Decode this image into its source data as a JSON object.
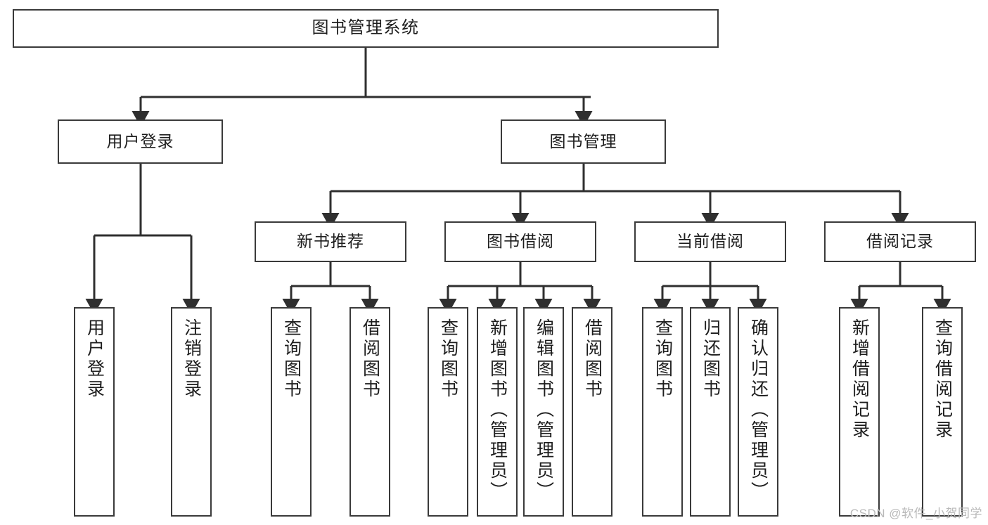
{
  "diagram": {
    "title": "图书管理系统",
    "type": "hierarchy-tree",
    "watermark": "CSDN @软件_小贺同学",
    "colors": {
      "box_border": "#3a3a3a",
      "box_fill": "#ffffff",
      "connector": "#2f2f2f",
      "text": "#1d1d1d",
      "watermark": "#b9b9b9"
    },
    "levels": {
      "root": {
        "label": "图书管理系统"
      },
      "level2": [
        {
          "label": "用户登录"
        },
        {
          "label": "图书管理"
        }
      ],
      "level3": [
        {
          "label": "新书推荐"
        },
        {
          "label": "图书借阅"
        },
        {
          "label": "当前借阅"
        },
        {
          "label": "借阅记录"
        }
      ],
      "leaves": {
        "user_login": [
          {
            "label": "用户登录"
          },
          {
            "label": "注销登录"
          }
        ],
        "new_book_recommend": [
          {
            "label": "查询图书"
          },
          {
            "label": "借阅图书"
          }
        ],
        "book_borrow": [
          {
            "label": "查询图书"
          },
          {
            "label": "新增图书（管理员）"
          },
          {
            "label": "编辑图书（管理员）"
          },
          {
            "label": "借阅图书"
          }
        ],
        "current_borrow": [
          {
            "label": "查询图书"
          },
          {
            "label": "归还图书"
          },
          {
            "label": "确认归还（管理员）"
          }
        ],
        "borrow_record": [
          {
            "label": "新增借阅记录"
          },
          {
            "label": "查询借阅记录"
          }
        ]
      }
    }
  }
}
